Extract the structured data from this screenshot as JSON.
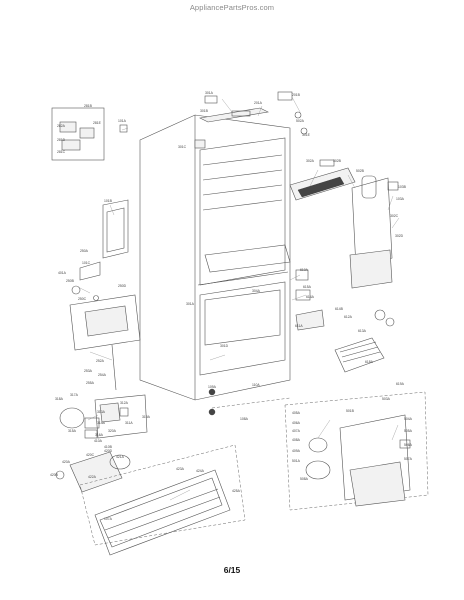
{
  "watermark": "AppliancePartsPros.com",
  "page_number": "6/15",
  "labels": [
    "301A",
    "201A",
    "201B",
    "301B",
    "502A",
    "301E",
    "301C",
    "281B",
    "282A",
    "281D",
    "281C",
    "101A",
    "281E",
    "101B",
    "101C",
    "401A",
    "302A",
    "302B",
    "502B",
    "103B",
    "103A",
    "302C",
    "302D",
    "610A",
    "615A",
    "614A",
    "611A",
    "614B",
    "612A",
    "613A",
    "618A",
    "619A",
    "301A",
    "304A",
    "301D",
    "250A",
    "250B",
    "250C",
    "250D",
    "252A",
    "253A",
    "254A",
    "255A",
    "318A",
    "317A",
    "315A",
    "316A",
    "312A",
    "313A",
    "314A",
    "311A",
    "319A",
    "320A",
    "410A",
    "410B",
    "420A",
    "420B",
    "420C",
    "420D",
    "421A",
    "422A",
    "423A",
    "424A",
    "425A",
    "107A",
    "108A",
    "109A",
    "110A",
    "405A",
    "406A",
    "407A",
    "408A",
    "409A",
    "501A",
    "501B",
    "503A",
    "504A",
    "505A",
    "506A",
    "507A",
    "508A"
  ]
}
